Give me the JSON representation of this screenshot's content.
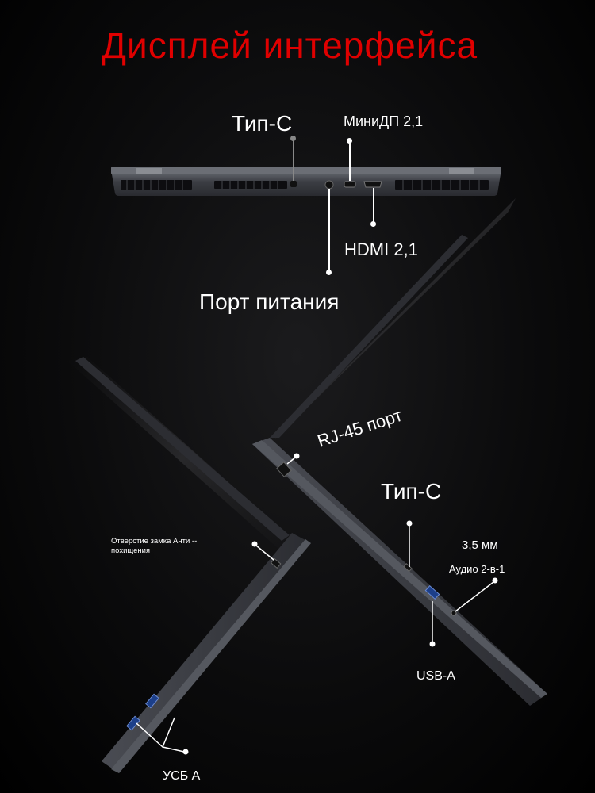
{
  "title": "Дисплей интерфейса",
  "colors": {
    "title": "#e00000",
    "label": "#ffffff",
    "background": "#000000",
    "laptop": "#3a3c42"
  },
  "rear_view": {
    "labels": {
      "type_c": "Тип-С",
      "mini_dp": "МиниДП 2,1",
      "hdmi": "HDMI 2,1",
      "power_port": "Порт питания"
    }
  },
  "side_view": {
    "labels": {
      "rj45": "RJ-45 порт",
      "type_c": "Тип-С",
      "audio_size": "3,5 мм",
      "audio": "Аудио 2-в-1",
      "usb_a": "USB-A",
      "anti_theft_line1": "Отверстие замка Анти --",
      "anti_theft_line2": "похищения",
      "usb_a_left": "УСБ А"
    }
  }
}
